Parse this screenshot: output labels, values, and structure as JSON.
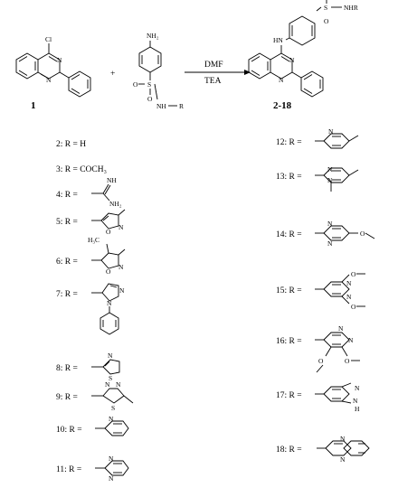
{
  "reaction": {
    "reactant_1_number": "1",
    "product_numbers": "2-18",
    "reagent_top": "DMF",
    "reagent_bottom": "TEA",
    "plus_sign": "+"
  },
  "atoms": {
    "cl": "Cl",
    "n": "N",
    "nh": "NH",
    "nh2": "NH₂",
    "hn": "HN",
    "s": "S",
    "o": "O",
    "nhr": "NHR",
    "nh_r": "NH",
    "r": "R",
    "h3c": "H₃C",
    "h": "H"
  },
  "substituents": [
    {
      "id": "2",
      "label": "2: R = H"
    },
    {
      "id": "3",
      "label": "3: R = COCH₃"
    },
    {
      "id": "4",
      "label": "4: R ="
    },
    {
      "id": "5",
      "label": "5: R ="
    },
    {
      "id": "6",
      "label": "6: R ="
    },
    {
      "id": "7",
      "label": "7: R ="
    },
    {
      "id": "8",
      "label": "8: R ="
    },
    {
      "id": "9",
      "label": "9: R ="
    },
    {
      "id": "10",
      "label": "10: R ="
    },
    {
      "id": "11",
      "label": "11: R ="
    },
    {
      "id": "12",
      "label": "12: R ="
    },
    {
      "id": "13",
      "label": "13: R ="
    },
    {
      "id": "14",
      "label": "14: R ="
    },
    {
      "id": "15",
      "label": "15: R ="
    },
    {
      "id": "16",
      "label": "16: R ="
    },
    {
      "id": "17",
      "label": "17: R ="
    },
    {
      "id": "18",
      "label": "18: R ="
    }
  ]
}
